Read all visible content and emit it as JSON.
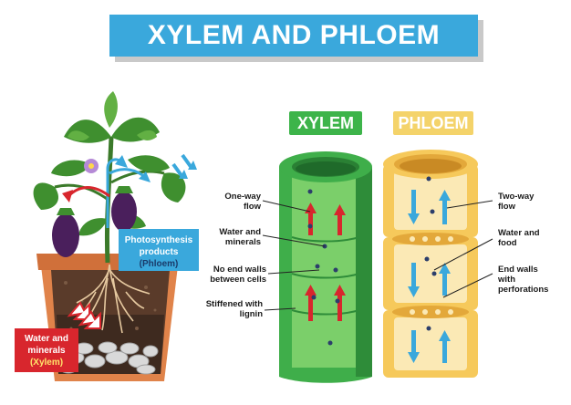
{
  "title": "XYLEM AND PHLOEM",
  "headers": {
    "xylem": "XYLEM",
    "phloem": "PHLOEM"
  },
  "plant_labels": {
    "phloem_box": {
      "line1": "Photosynthesis",
      "line2": "products",
      "line3": "(Phloem)"
    },
    "xylem_box": {
      "line1": "Water and",
      "line2": "minerals",
      "line3": "(Xylem)"
    }
  },
  "xylem_labels": [
    {
      "l1": "One-way",
      "l2": "flow"
    },
    {
      "l1": "Water and",
      "l2": "minerals"
    },
    {
      "l1": "No end walls",
      "l2": "between cells"
    },
    {
      "l1": "Stiffened with",
      "l2": "lignin"
    }
  ],
  "phloem_labels": [
    {
      "l1": "Two-way",
      "l2": "flow",
      "l3": ""
    },
    {
      "l1": "Water and",
      "l2": "food",
      "l3": ""
    },
    {
      "l1": "End walls",
      "l2": "with",
      "l3": "perforations"
    }
  ],
  "colors": {
    "title_bg": "#3aa8dc",
    "xylem_green": "#3db44a",
    "phloem_yellow": "#f4d36a",
    "xylem_arrow": "#d8262d",
    "phloem_arrow": "#3aa8dc"
  }
}
